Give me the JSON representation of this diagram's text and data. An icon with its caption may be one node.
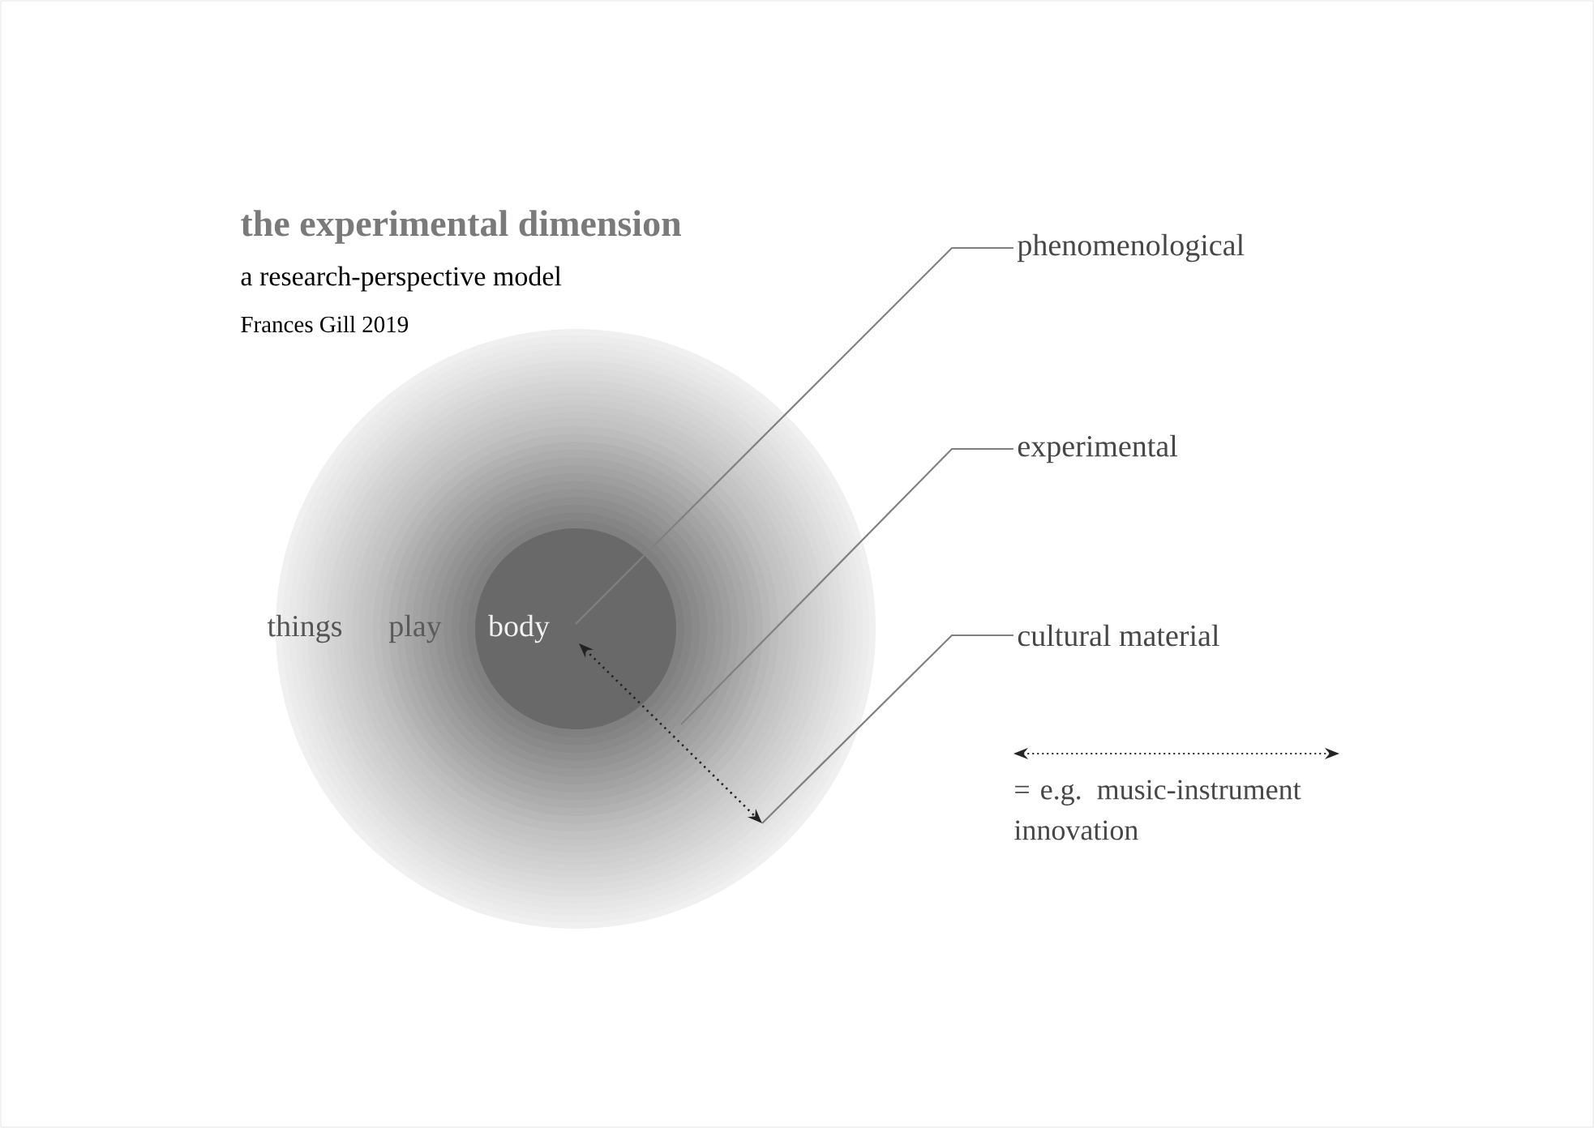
{
  "diagram": {
    "title": "the experimental dimension",
    "nodes": [
      {
        "text": [
          "things"
        ]
      },
      {
        "text": [
          "play"
        ],
        "in": 0
      },
      {
        "text": [
          "body"
        ],
        "in": 1
      },
      {
        "text": [
          "phenomenological"
        ]
      },
      {
        "text": [
          "experimental"
        ]
      },
      {
        "text": [
          "cultural material"
        ]
      }
    ],
    "edges": [
      {
        "from": 3,
        "to": 2,
        "arrow": "none"
      },
      {
        "from": 4,
        "to": 1,
        "arrow": "none"
      },
      {
        "from": 5,
        "to": 0,
        "arrow": "none"
      },
      {
        "from": 2,
        "to": 0,
        "arrow": "both",
        "style": "dashed",
        "color": "#222222"
      }
    ],
    "labels": [
      "a research-perspective model",
      "Frances Gill 2019"
    ],
    "legend": [
      {
        "text": "= e.g. music-instrument innovation"
      }
    ]
  }
}
